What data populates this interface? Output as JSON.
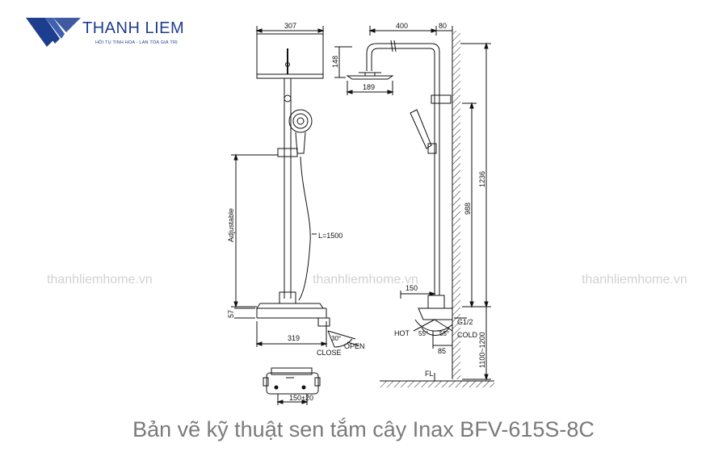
{
  "brand": {
    "name": "THANH LIEM",
    "tagline": "HỘI TỤ TINH HOA - LAN TỎA GIÁ TRỊ",
    "color": "#1d3d8f"
  },
  "watermarks": [
    "thanhliemhome.vn",
    "thanhliemhome.vn",
    "thanhliemhome.vn"
  ],
  "dimensions": {
    "head_width": "307",
    "head_side_width": "189",
    "head_height": "148",
    "arm_length": "400",
    "wall_offset": "80",
    "total_height": "1236",
    "mixer_height": "988",
    "adjustable": "Adjustable",
    "hose_length": "L=1500",
    "shelf_height": "57",
    "shelf_depth": "319",
    "lever_angle": "30°",
    "mixer_depth": "150",
    "angle_hot": "55°",
    "angle_cold": "55°",
    "inlet_spacing": "85",
    "floor_range": "1100~1200",
    "bottom_spacing": "150±20"
  },
  "labels": {
    "open": "OPEN",
    "close": "CLOSE",
    "hot": "HOT",
    "cold": "COLD",
    "thread": "G1/2",
    "floor": "FL"
  },
  "caption": "Bản vẽ kỹ thuật sen tắm cây Inax BFV-615S-8C"
}
